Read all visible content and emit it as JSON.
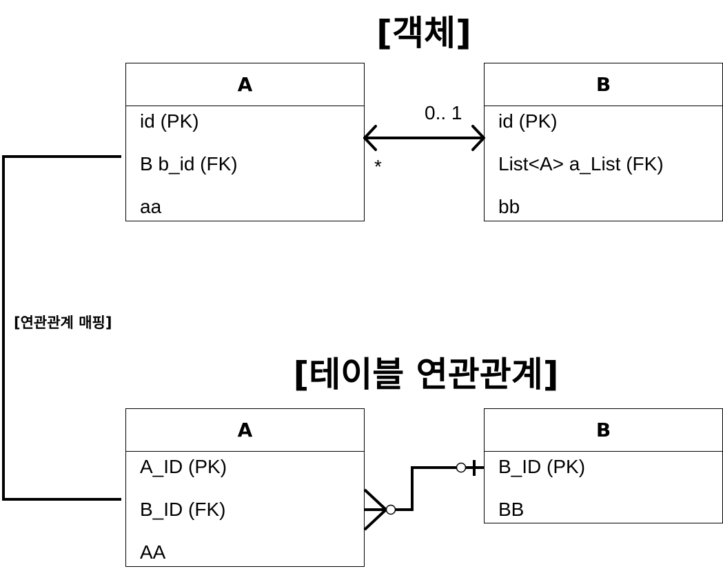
{
  "titles": {
    "object": "[객체]",
    "table": "[테이블 연관관계]",
    "mapping": "[연관관계 매핑]"
  },
  "object_model": {
    "entity_a": {
      "name": "A",
      "fields": [
        "id (PK)",
        "B b_id (FK)",
        "aa"
      ]
    },
    "entity_b": {
      "name": "B",
      "fields": [
        "id (PK)",
        "List<A> a_List (FK)",
        "bb"
      ]
    },
    "association": {
      "multiplicity_a": "*",
      "multiplicity_b": "0.. 1"
    }
  },
  "table_model": {
    "entity_a": {
      "name": "A",
      "columns": [
        "A_ID (PK)",
        "B_ID (FK)",
        "AA"
      ]
    },
    "entity_b": {
      "name": "B",
      "columns": [
        "B_ID (PK)",
        "BB"
      ]
    }
  }
}
